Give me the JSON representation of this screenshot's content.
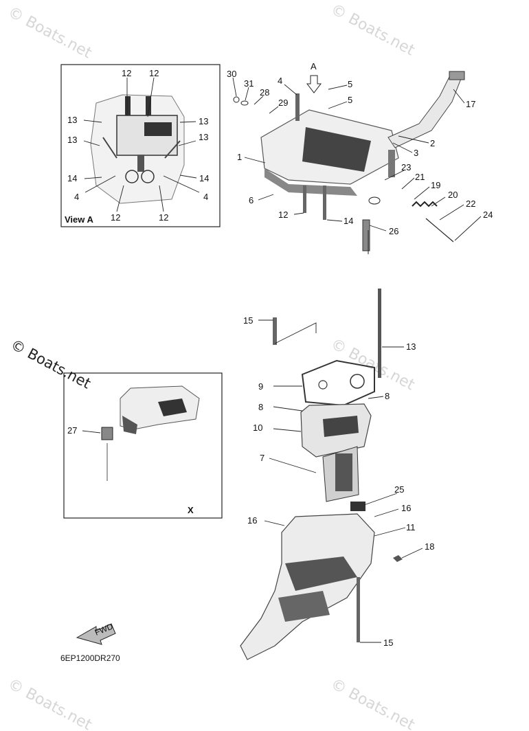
{
  "watermark": "© Boats.net",
  "view_a": {
    "label": "View A",
    "callouts": [
      "12",
      "12",
      "13",
      "13",
      "13",
      "13",
      "14",
      "14",
      "4",
      "4",
      "12",
      "12"
    ]
  },
  "view_x": {
    "label": "X",
    "callouts": [
      "27"
    ]
  },
  "arrow_label": "A",
  "fwd_label": "FWD",
  "diagram_code": "6EP1200DR270",
  "main_callouts": [
    "30",
    "31",
    "28",
    "29",
    "4",
    "5",
    "5",
    "17",
    "2",
    "3",
    "1",
    "23",
    "21",
    "19",
    "20",
    "22",
    "24",
    "6",
    "12",
    "14",
    "26",
    "15",
    "13",
    "9",
    "8",
    "8",
    "10",
    "7",
    "25",
    "16",
    "16",
    "11",
    "18",
    "15"
  ]
}
